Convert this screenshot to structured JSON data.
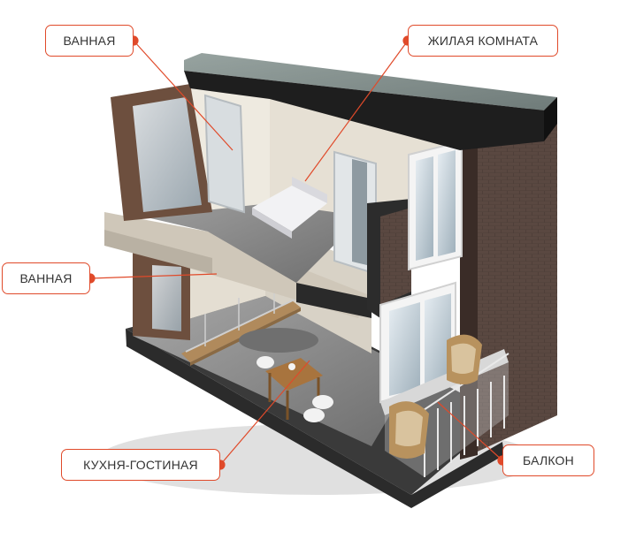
{
  "labels": {
    "bathroom_top": "ВАННАЯ",
    "living_room": "ЖИЛАЯ КОМНАТА",
    "bathroom_lower": "ВАННАЯ",
    "kitchen_living": "КУХНЯ-ГОСТИНАЯ",
    "balcony": "БАЛКОН"
  },
  "colors": {
    "accent": "#e04a2a",
    "brick": "#4a3a35",
    "roof": "#8a9794",
    "wall": "#ece6da",
    "wood": "#b08a5c",
    "floor": "#8c8c8c"
  }
}
